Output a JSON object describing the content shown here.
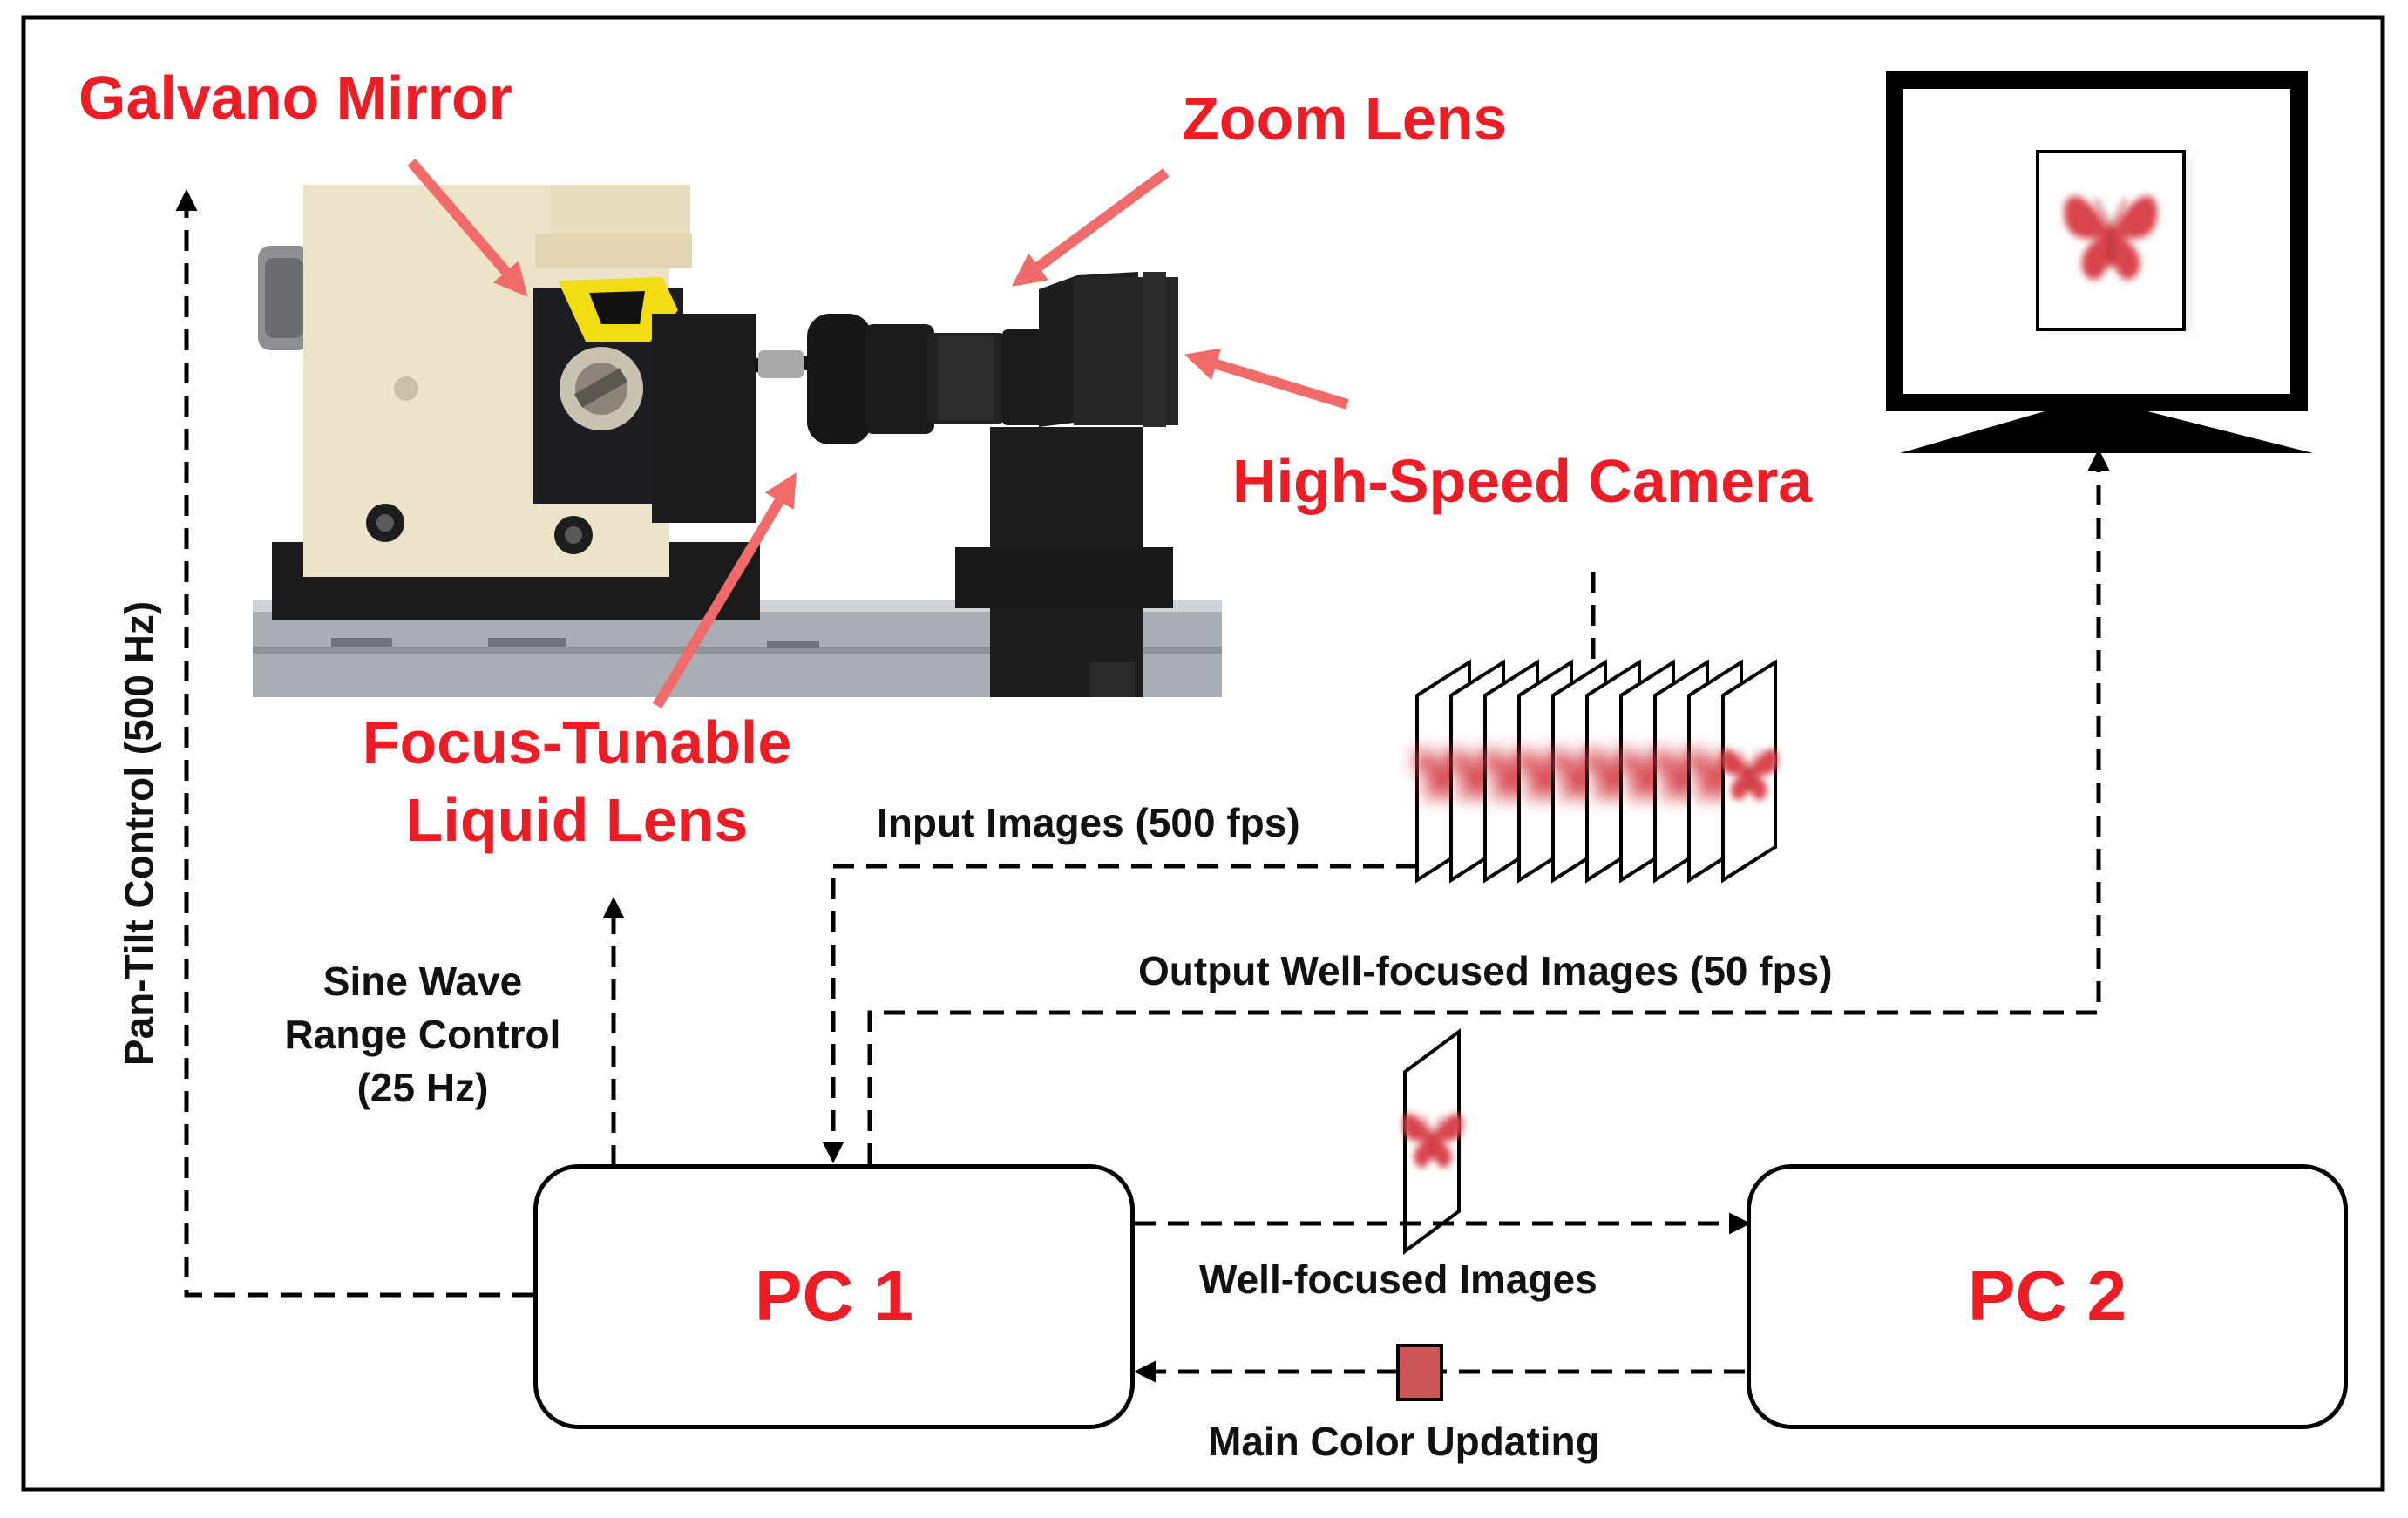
{
  "labels": {
    "galvano": "Galvano Mirror",
    "zoom": "Zoom Lens",
    "camera": "High-Speed Camera",
    "ftl_line1": "Focus-Tunable",
    "ftl_line2": "Liquid Lens",
    "pan_tilt": "Pan-Tilt Control (500 Hz)",
    "sine_line1": "Sine Wave",
    "sine_line2": "Range Control",
    "sine_line3": "(25 Hz)",
    "input_images": "Input Images (500 fps)",
    "output_images": "Output Well-focused Images (50 fps)",
    "well_focused": "Well-focused Images",
    "main_color": "Main Color Updating"
  },
  "pc1": "PC 1",
  "pc2": "PC 2",
  "colors": {
    "accent_red": "#ee1c25",
    "arrow_red": "#f26b6b",
    "main_color_swatch": "#cd5656",
    "butterfly": "#d9454d"
  },
  "icons": {
    "monitor": "monitor-icon",
    "butterfly": "butterfly-icon",
    "frame_stack": "image-frame-stack-icon",
    "device_photo": "camera-device-photo"
  }
}
